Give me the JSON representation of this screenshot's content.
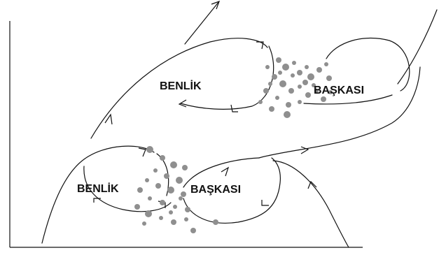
{
  "diagram": {
    "upper_self_label": "BENLİK",
    "upper_other_label": "BAŞKASI",
    "lower_self_label": "BENLİK",
    "lower_other_label": "BAŞKASI"
  },
  "colors": {
    "ink": "#111111",
    "overlap_texture": "#8f8f8f",
    "background": "#ffffff"
  }
}
